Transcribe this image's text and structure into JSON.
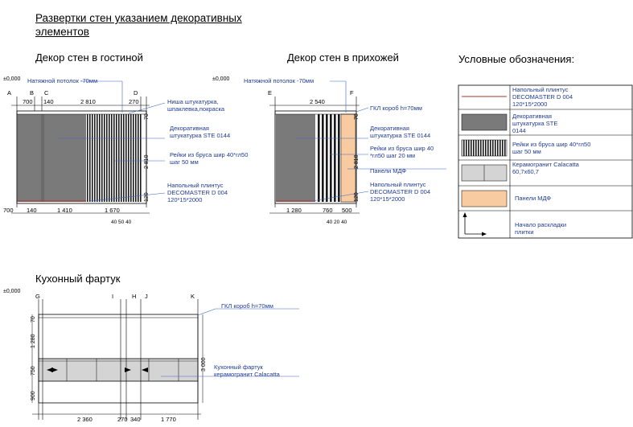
{
  "heading": "Развертки стен указанием декоративных элементов",
  "living": {
    "title": "Декор стен в гостиной",
    "level": "±0,000",
    "ceiling": "Натяжной потолок -70мм",
    "axes": [
      "A",
      "B",
      "C",
      "D"
    ],
    "top_dims": [
      "700",
      "140",
      "2 810",
      "270"
    ],
    "bottom_dims": [
      "700",
      "140",
      "1 410",
      "1 670"
    ],
    "sub_dims": "40 50 40",
    "vert_dims": [
      "70",
      "2 810",
      "120"
    ],
    "notes": [
      "Ниша штукатурка,\nшпаклевка,покраска",
      "Декоративная\nштукатурка STE 0144",
      "Рейки из бруса шир 40*гл50\nшаг 50 мм",
      "Напольный плинтус\nDECOMASTER D 004\n120*15*2000"
    ]
  },
  "hall": {
    "title": "Декор стен в прихожей",
    "level": "±0,000",
    "ceiling": "Натяжной потолок -70мм",
    "axes": [
      "E",
      "F"
    ],
    "top_dims": [
      "2 540"
    ],
    "bottom_dims": [
      "1 280",
      "760",
      "500"
    ],
    "sub_dims": "40 20 40",
    "vert_dims": [
      "70",
      "2 810",
      "120"
    ],
    "notes": [
      "ГКЛ короб h=70мм",
      "Декоративная\nштукатурка STE 0144",
      "Рейки из бруса шир 40\n*гл50 шаг 20 мм",
      "Панели МДФ",
      "Напольный плинтус\nDECOMASTER D 004\n120*15*2000"
    ]
  },
  "legend": {
    "title": "Условные обозначения:",
    "items": [
      "Напольный плинтус\nDECOMASTER D 004\n120*15*2000",
      "Декоративная\nштукатурка STE\n0144",
      "Рейки из бруса шир 40*гл50\nшаг 50 мм",
      "Керамогранит Calacatta\n60,7х60,7",
      "Панели МДФ",
      "Начало раскладки\nплитки"
    ]
  },
  "kitchen": {
    "title": "Кухонный фартук",
    "level": "±0,000",
    "axes": [
      "G",
      "I",
      "H",
      "J",
      "K"
    ],
    "note_top": "ГКЛ короб h=70мм",
    "note_tile": "Кухонный фартук\nкерамогранит Calacatta",
    "vert_dims": [
      "70",
      "1 280",
      "750",
      "900"
    ],
    "total_height": "3 000",
    "bottom_dims": [
      "2 360",
      "270",
      "340",
      "1 770"
    ]
  },
  "colors": {
    "plaster": "#7a7a7a",
    "mdf": "#f9cba0",
    "tile": "#d4d4d4",
    "blue_line": "#3a64c8",
    "plinth": "#b23030"
  }
}
